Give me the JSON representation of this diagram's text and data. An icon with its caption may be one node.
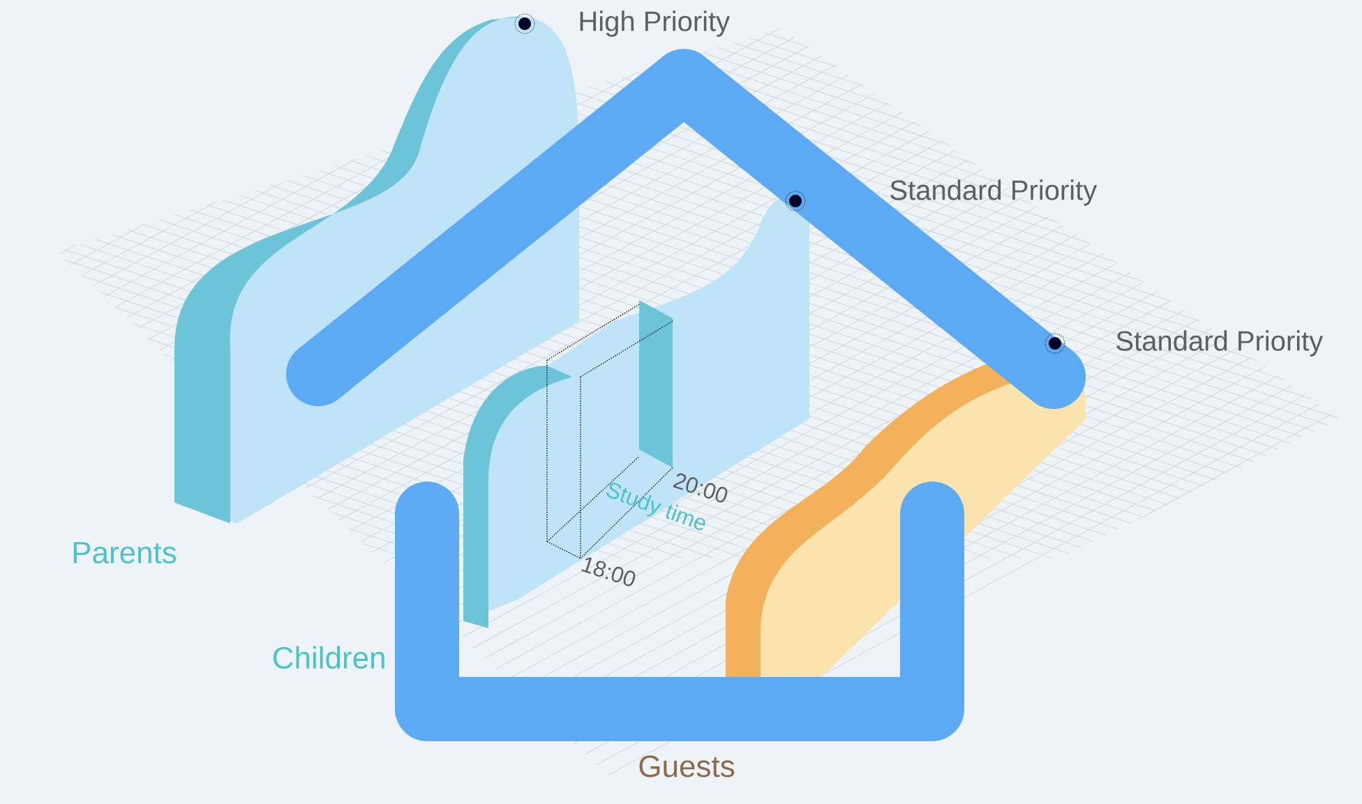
{
  "diagram": {
    "labels": [
      "High Priority",
      "Standard Priority",
      "Standard Priority",
      "20:00",
      "Study time",
      "Parents",
      "18:00",
      "Children",
      "Guests"
    ]
  }
}
